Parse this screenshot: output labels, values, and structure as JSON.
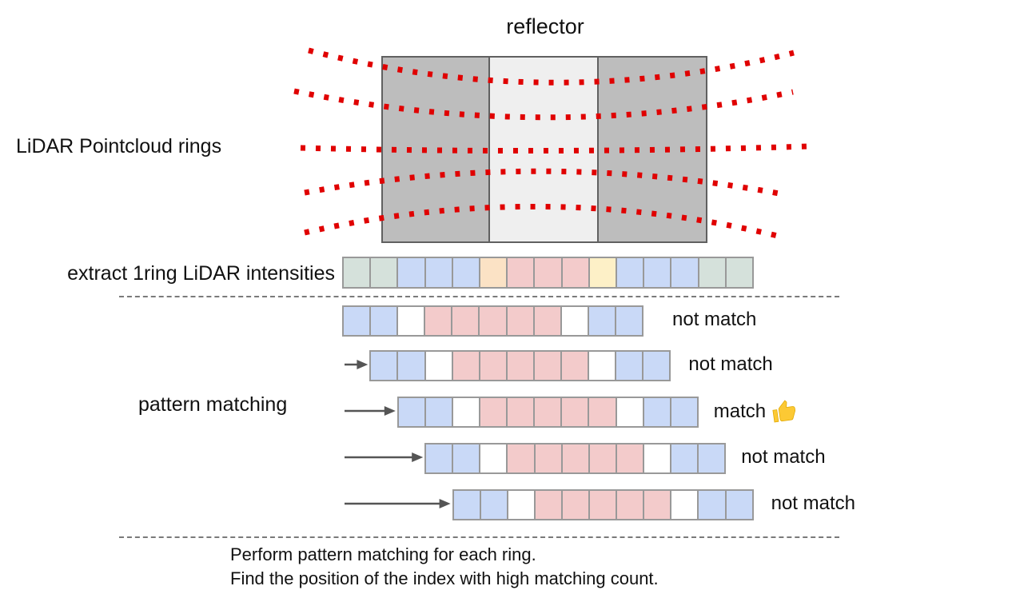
{
  "title": "reflector",
  "labels": {
    "rings": "LiDAR Pointcloud rings",
    "extract": "extract 1ring LiDAR intensities",
    "pattern_matching": "pattern matching"
  },
  "rings": {
    "count": 5,
    "description": "red dotted LiDAR scan rings crossing the reflector"
  },
  "colors": {
    "ring_dot": "#e00000",
    "panel_dark": "#bdbdbd",
    "panel_light": "#efefef",
    "panel_border": "#606060",
    "cell_border": "#999999",
    "green": "#d5e1db",
    "blue": "#c9d9f7",
    "orange": "#fbe2c5",
    "pink": "#f3cbcb",
    "yellow": "#fdf0c7",
    "white": "#ffffff",
    "arrow": "#555555",
    "thumb": "#fcc934"
  },
  "intensity_row": {
    "cells": [
      "green",
      "green",
      "blue",
      "blue",
      "blue",
      "orange",
      "pink",
      "pink",
      "pink",
      "yellow",
      "blue",
      "blue",
      "blue",
      "green",
      "green"
    ]
  },
  "pattern": {
    "cells": [
      "blue",
      "blue",
      "white",
      "pink",
      "pink",
      "pink",
      "pink",
      "pink",
      "white",
      "blue",
      "blue"
    ],
    "rows": [
      {
        "offset": 0,
        "arrow": false,
        "label": "not match",
        "match": false
      },
      {
        "offset": 1,
        "arrow": true,
        "label": "not match",
        "match": false
      },
      {
        "offset": 2,
        "arrow": true,
        "label": "match",
        "match": true
      },
      {
        "offset": 3,
        "arrow": true,
        "label": "not match",
        "match": false
      },
      {
        "offset": 4,
        "arrow": true,
        "label": "not match",
        "match": false
      }
    ]
  },
  "footer": {
    "line1": "Perform pattern matching for each ring.",
    "line2": "Find the position of the index with high matching count."
  }
}
